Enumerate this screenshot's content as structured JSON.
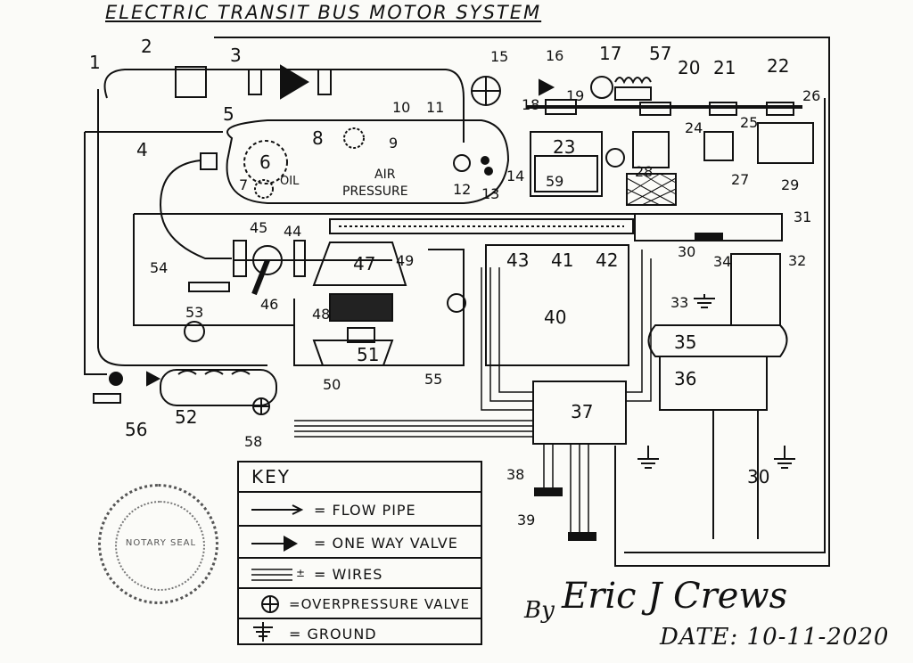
{
  "title": "ELECTRIC TRANSIT BUS MOTOR SYSTEM",
  "labels": {
    "n1": "1",
    "n2": "2",
    "n3": "3",
    "n4": "4",
    "n5": "5",
    "n6": "6",
    "n7": "7",
    "n8": "8",
    "n9": "9",
    "n10": "10",
    "n11": "11",
    "n12": "12",
    "n13": "13",
    "n14": "14",
    "n15": "15",
    "n16": "16",
    "n17": "17",
    "n18": "18",
    "n19": "19",
    "n20": "20",
    "n21": "21",
    "n22": "22",
    "n23": "23",
    "n24": "24",
    "n25": "25",
    "n26": "26",
    "n27": "27",
    "n28": "28",
    "n29": "29",
    "n30a": "30",
    "n30b": "30",
    "n31": "31",
    "n32": "32",
    "n33": "33",
    "n34": "34",
    "n35": "35",
    "n36": "36",
    "n37": "37",
    "n38": "38",
    "n39": "39",
    "n40": "40",
    "n41": "41",
    "n42": "42",
    "n43": "43",
    "n44": "44",
    "n45": "45",
    "n46": "46",
    "n47": "47",
    "n48": "48",
    "n49": "49",
    "n50": "50",
    "n51": "51",
    "n52": "52",
    "n53": "53",
    "n54": "54",
    "n55": "55",
    "n56": "56",
    "n57": "57",
    "n58": "58",
    "n59": "59",
    "oil": "OIL",
    "air": "AIR",
    "pressure": "PRESSURE"
  },
  "key": {
    "heading": "KEY",
    "flow_pipe": "= FLOW  PIPE",
    "one_way_valve": "=  ONE WAY VALVE",
    "wires": "= WIRES",
    "overpressure_valve": "=OVERPRESSURE VALVE",
    "ground": "=   GROUND"
  },
  "signature": {
    "by": "By",
    "name": "Eric J Crews",
    "date": "DATE: 10-11-2020"
  },
  "stamp_text": "NOTARY SEAL"
}
